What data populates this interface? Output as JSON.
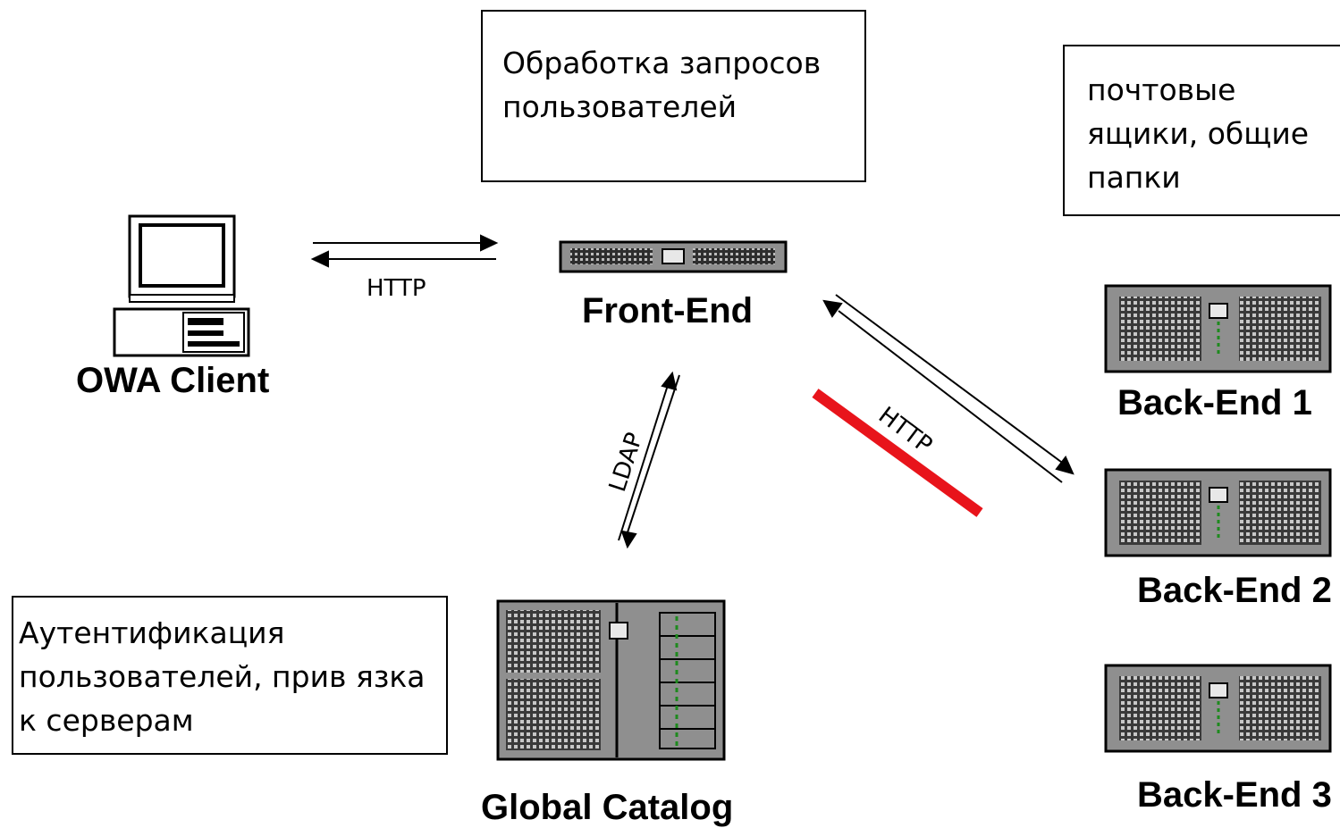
{
  "notes": {
    "frontend_desc": [
      "Обработка запросов",
      "пользователей"
    ],
    "backend_desc": [
      "почтовые",
      "ящики, общие",
      "папки"
    ],
    "gc_desc": [
      "Аутентификация",
      "пользователей, прив язка",
      "к серверам"
    ]
  },
  "nodes": {
    "client": "OWA Client",
    "frontend": "Front-End",
    "global_catalog": "Global Catalog",
    "backend1": "Back-End 1",
    "backend2": "Back-End 2",
    "backend3": "Back-End 3"
  },
  "links": {
    "client_frontend": "HTTP",
    "frontend_backend": "HTTP",
    "frontend_gc": "LDAP"
  },
  "colors": {
    "highlight_line": "#e8141b",
    "server_body": "#8f8f8f"
  }
}
